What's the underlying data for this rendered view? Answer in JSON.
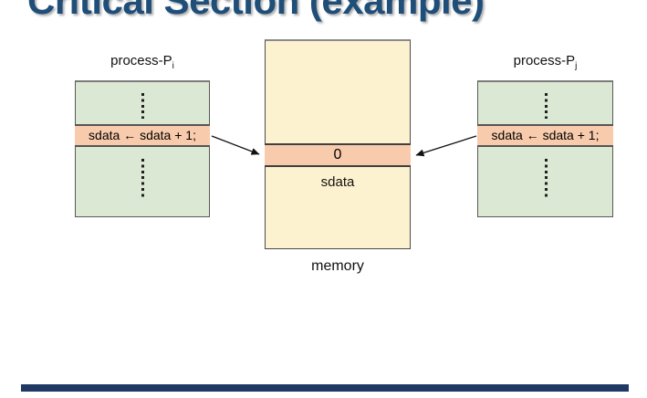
{
  "slide": {
    "title": "Critical Section (example)"
  },
  "processes": {
    "left": {
      "name": "process-P",
      "sub": "i",
      "statement": "sdata ← sdata + 1;"
    },
    "right": {
      "name": "process-P",
      "sub": "j",
      "statement": "sdata ← sdata + 1;"
    }
  },
  "memory": {
    "cell_value": "0",
    "cell_name": "sdata",
    "caption": "memory"
  },
  "colors": {
    "title": "#1F4E79",
    "process_fill": "#DBE8D3",
    "highlight_fill": "#F8CBAD",
    "memory_fill": "#FDF2CF",
    "footer_bar": "#1F3864"
  }
}
